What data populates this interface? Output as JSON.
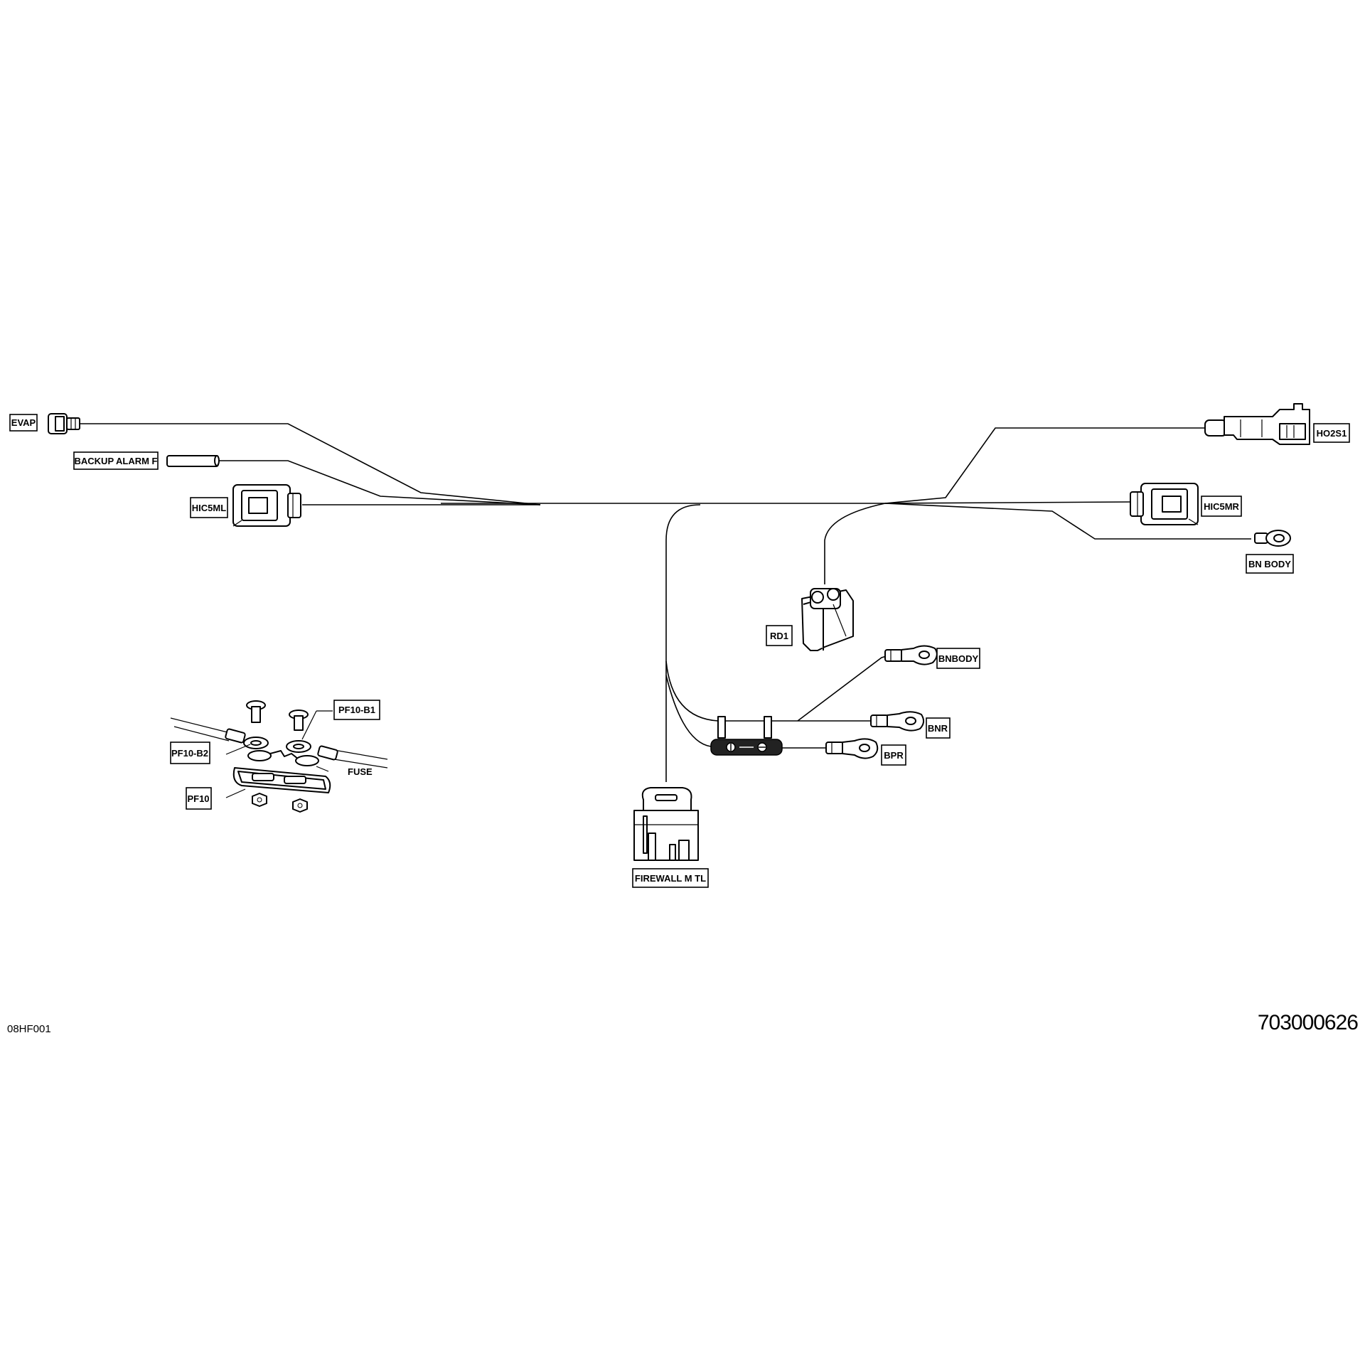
{
  "labels": {
    "evap": "EVAP",
    "backup_alarm": "BACKUP ALARM F",
    "hic5ml": "HIC5ML",
    "ho2s1": "HO2S1",
    "hic5mr": "HIC5MR",
    "bn_body": "BN BODY",
    "rd1": "RD1",
    "bnbody": "BNBODY",
    "bnr": "BNR",
    "bpr": "BPR",
    "firewall": "FIREWALL M TL",
    "pf10_b1": "PF10-B1",
    "pf10_b2": "PF10-B2",
    "fuse": "FUSE",
    "pf10": "PF10"
  },
  "footer": {
    "drawing_code": "08HF001",
    "part_number": "703000626"
  }
}
